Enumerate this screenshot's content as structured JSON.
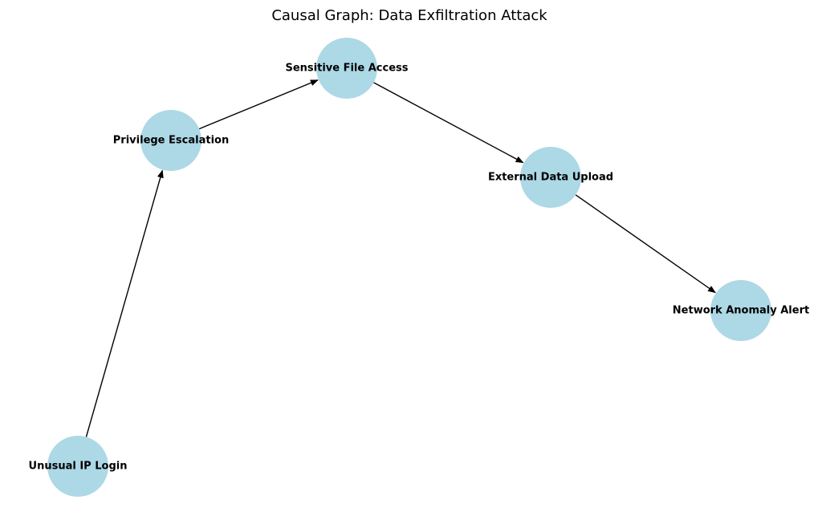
{
  "diagram": {
    "title": "Causal Graph: Data Exfiltration Attack",
    "node_color": "#add8e6",
    "edge_color": "#000000",
    "nodes": [
      {
        "id": "unusual-ip-login",
        "label": "Unusual IP Login"
      },
      {
        "id": "privilege-escalation",
        "label": "Privilege Escalation"
      },
      {
        "id": "sensitive-file-access",
        "label": "Sensitive File Access"
      },
      {
        "id": "external-data-upload",
        "label": "External Data Upload"
      },
      {
        "id": "network-anomaly-alert",
        "label": "Network Anomaly Alert"
      }
    ],
    "edges": [
      {
        "from": "unusual-ip-login",
        "to": "privilege-escalation"
      },
      {
        "from": "privilege-escalation",
        "to": "sensitive-file-access"
      },
      {
        "from": "sensitive-file-access",
        "to": "external-data-upload"
      },
      {
        "from": "external-data-upload",
        "to": "network-anomaly-alert"
      }
    ]
  }
}
